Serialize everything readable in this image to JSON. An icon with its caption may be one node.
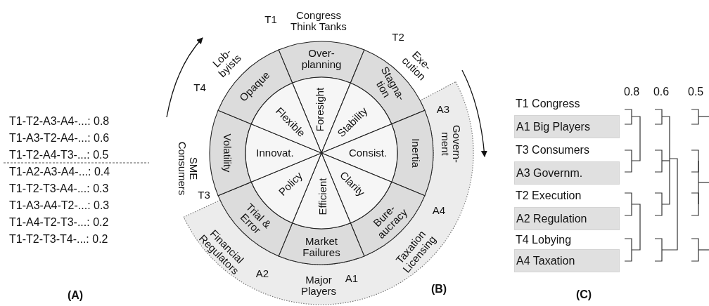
{
  "diagram": {
    "nodes": [
      {
        "text": [
          "Over- planning"
        ]
      },
      {
        "text": [
          "Stagna- tion"
        ]
      },
      {
        "text": [
          "Inertia"
        ]
      },
      {
        "text": [
          "Bure- aucracy"
        ]
      },
      {
        "text": [
          "Market Failures"
        ]
      },
      {
        "text": [
          "Trial & Error"
        ]
      },
      {
        "text": [
          "Volatility"
        ]
      },
      {
        "text": [
          "Opaque"
        ]
      },
      {
        "text": [
          "Foresight"
        ]
      },
      {
        "text": [
          "Stability"
        ]
      },
      {
        "text": [
          "Consist."
        ]
      },
      {
        "text": [
          "Clarity"
        ]
      },
      {
        "text": [
          "Efficient"
        ]
      },
      {
        "text": [
          "Policy"
        ]
      },
      {
        "text": [
          "Innovat."
        ]
      },
      {
        "text": [
          "Flexible"
        ]
      },
      {
        "text": [
          "A3",
          "Govern- ment",
          "A4",
          "Taxation Licensing",
          "A1",
          "Major Players",
          "A2",
          "Financial Regulators"
        ]
      },
      {
        "text": [
          "A1 Big Players"
        ]
      },
      {
        "text": [
          "A3 Governm."
        ]
      },
      {
        "text": [
          "A2 Regulation"
        ]
      },
      {
        "text": [
          "A4 Taxation"
        ]
      }
    ],
    "edges": [],
    "labels": [
      "T1-T2-A3-A4-...: 0.8",
      "T1-A3-T2-A4-...: 0.6",
      "T1-T2-A4-T3-...: 0.5",
      "T1-A2-A3-A4-...: 0.4",
      "T1-T2-T3-A4-...: 0.3",
      "T1-A3-A4-T2-...: 0.3",
      "T1-A4-T2-T3-...: 0.2",
      "T1-T2-T3-T4-...: 0.2",
      "(A)",
      "T1",
      "Congress Think Tanks",
      "T2",
      "Exe- cution",
      "T4",
      "Lob- byists",
      "SME Consumers",
      "T3",
      "(B)",
      "0.8",
      "0.6",
      "0.5",
      "T1 Congress",
      "T3 Consumers",
      "T2 Execution",
      "T4 Lobying",
      "(C)"
    ]
  }
}
